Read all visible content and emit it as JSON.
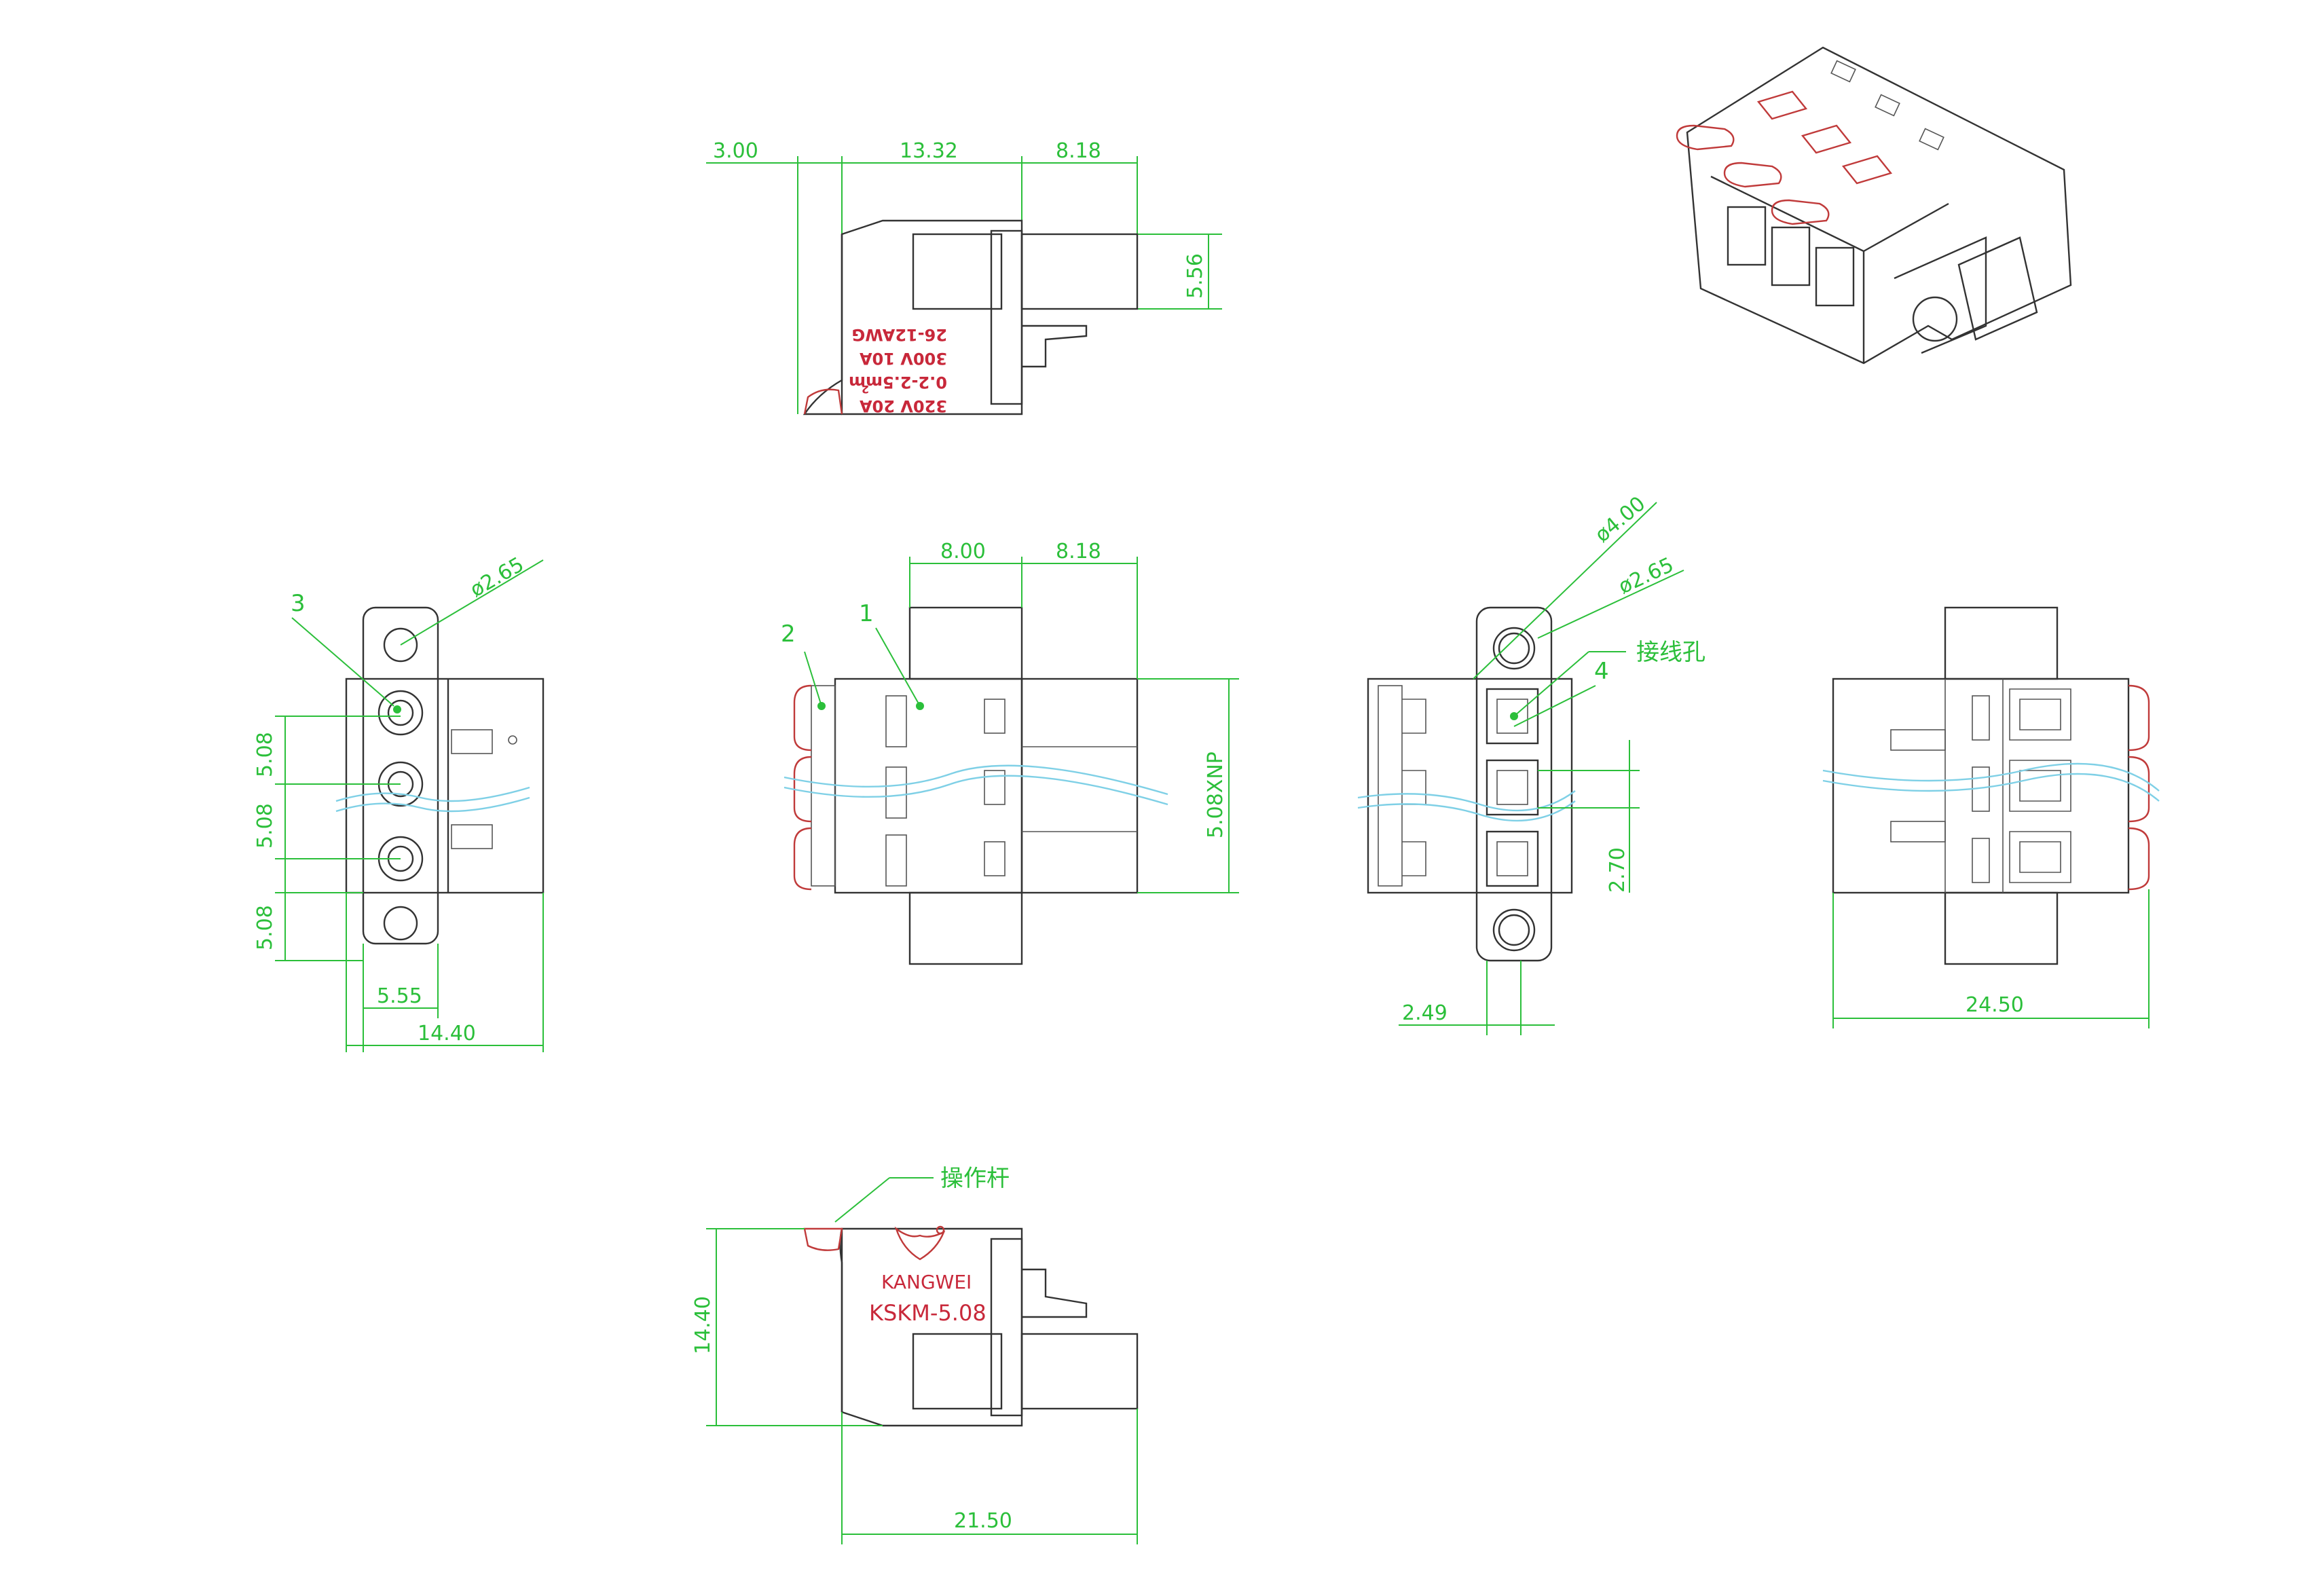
{
  "colors": {
    "dimension": "#2bbf3a",
    "lever": "#c03a3a",
    "marking": "#c8283a",
    "outline": "#333333",
    "wire": "#7fd0e6"
  },
  "top_view": {
    "dims": {
      "a": "3.00",
      "b": "13.32",
      "c": "8.18",
      "h": "5.56"
    },
    "markings": {
      "rating1": "320V 20A",
      "range": "0.2-2.5mm",
      "sup": "2",
      "rating2": "300V 10A",
      "awg": "26-12AWG"
    }
  },
  "side_left_view": {
    "dims": {
      "pitch1": "5.08",
      "pitch2": "5.08",
      "pitch3": "5.08",
      "w1": "5.55",
      "w2": "14.40",
      "hole": "ø2.65"
    },
    "callout": "3"
  },
  "front_view": {
    "dims": {
      "a": "8.00",
      "b": "8.18",
      "pitch": "5.08XNP"
    },
    "callouts": {
      "one": "1",
      "two": "2"
    }
  },
  "side_right_view": {
    "dims": {
      "hole_big": "ø4.00",
      "hole_small": "ø2.65",
      "h": "2.70",
      "w": "2.49"
    },
    "callouts": {
      "four": "4",
      "wire_hole": "接线孔"
    }
  },
  "rear_view": {
    "dims": {
      "w": "24.50"
    }
  },
  "bottom_view": {
    "dims": {
      "h": "14.40",
      "w": "21.50"
    },
    "lever_label": "操作杆",
    "brand": "KANGWEI",
    "model": "KSKM-5.08"
  }
}
